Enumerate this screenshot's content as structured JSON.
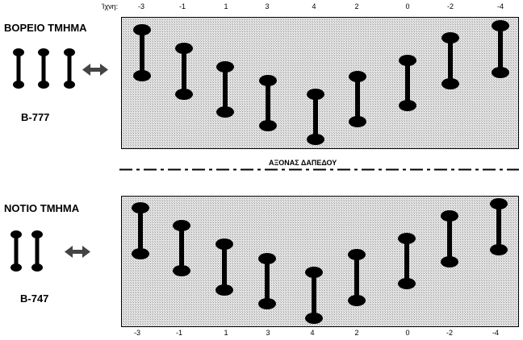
{
  "top_section": {
    "title": "ΒΟΡΕΙΟ ΤΜΗΜΑ",
    "aircraft": "B-777",
    "tracks_label": "Ίχνη:",
    "tracks": [
      "-3",
      "-1",
      "1",
      "3",
      "4",
      "2",
      "0",
      "-2",
      "-4"
    ]
  },
  "axis": {
    "label": "ΑΞΟΝΑΣ ΔΑΠΕΔΟΥ"
  },
  "bottom_section": {
    "title": "ΝΟΤΙΟ ΤΜΗΜΑ",
    "aircraft": "B-747",
    "tracks": [
      "-3",
      "-1",
      "1",
      "3",
      "4",
      "2",
      "0",
      "-2",
      "-4"
    ]
  },
  "colors": {
    "panel_fill": "#d6d6d6",
    "ink": "#000000"
  },
  "icons": [
    "dumbbell-icon",
    "double-arrow-icon"
  ]
}
